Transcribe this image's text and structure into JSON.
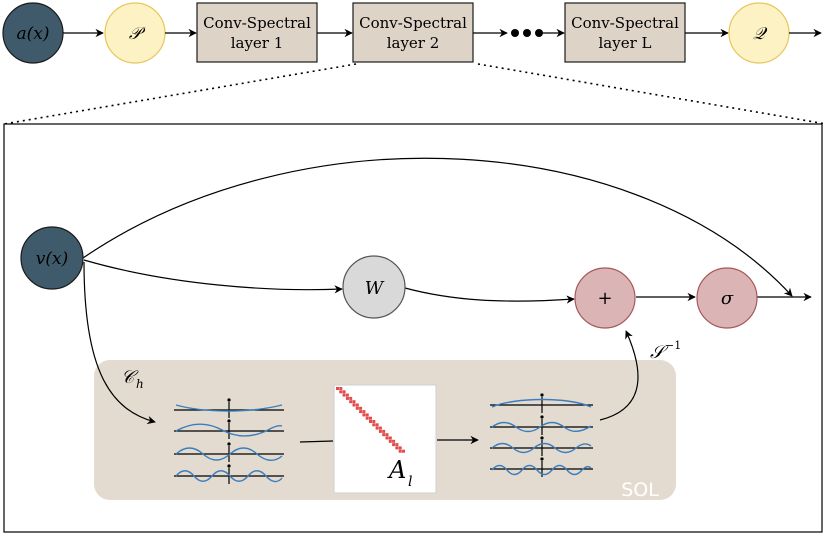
{
  "pipeline": {
    "input_node": "a(x)",
    "lift_node": "𝒫",
    "layer1": {
      "line1": "Conv-Spectral",
      "line2": "layer 1"
    },
    "layer2": {
      "line1": "Conv-Spectral",
      "line2": "layer 2"
    },
    "layerL": {
      "line1": "Conv-Spectral",
      "line2": "layer L"
    },
    "ellipsis": "•••",
    "project_node": "𝒬"
  },
  "detail": {
    "v_node": "v(x)",
    "w_node": "W",
    "sum_node": "+",
    "activation_node": "σ",
    "transform_label": "𝒞",
    "transform_subscript": "h",
    "inverse_label": "𝒮",
    "inverse_sup": "−1",
    "matrix_label": "A",
    "matrix_subscript": "l",
    "sol_label": "SOL"
  },
  "colors": {
    "input_node": "#3f5b6b",
    "lift_node": "#fdf2c4",
    "lift_border": "#e8c65c",
    "layer_box": "#ddd3c6",
    "w_node": "#d9d9d9",
    "sum_node": "#dbb5b5",
    "sum_border": "#a75858",
    "sol_region": "#e3dbd0",
    "wave": "#3a7ebf",
    "matrix_cell": "#e34a4a"
  }
}
